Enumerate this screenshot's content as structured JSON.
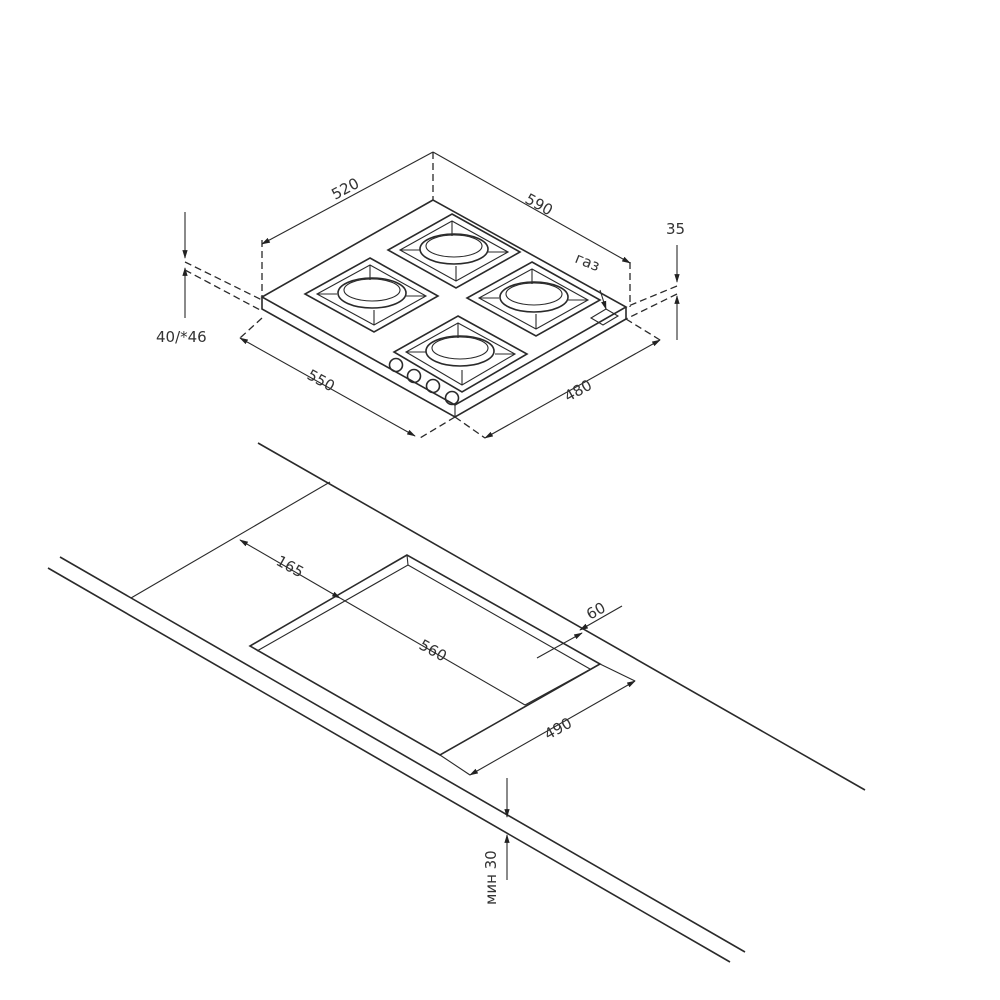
{
  "hob_drawing": {
    "labels": {
      "depth_top": "520",
      "width_top": "590",
      "depth_bottom": "550",
      "width_bottom": "480",
      "height_right": "35",
      "height_left": "40/*46",
      "gas": "газ"
    },
    "burner_count": 4,
    "knob_count": 4
  },
  "cutout_drawing": {
    "labels": {
      "offset_front": "165",
      "cutout_width": "560",
      "offset_back": "60",
      "cutout_depth": "490",
      "min_thickness": "мин 30"
    }
  },
  "colors": {
    "line": "#2a2a2a",
    "background": "#ffffff"
  }
}
